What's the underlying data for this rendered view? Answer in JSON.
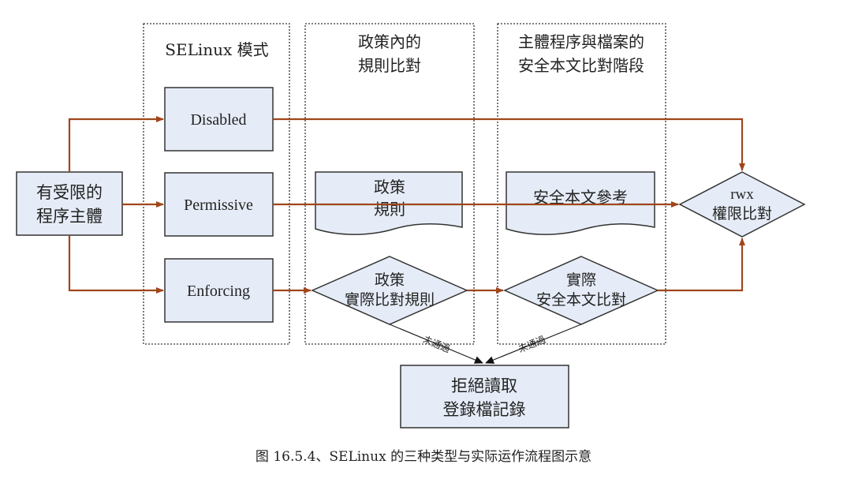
{
  "columns": {
    "mode_title": "SELinux 模式",
    "policy_title": [
      "政策內的",
      "規則比對"
    ],
    "context_title": [
      "主體程序與檔案的",
      "安全本文比對階段"
    ]
  },
  "subject": [
    "有受限的",
    "程序主體"
  ],
  "modes": {
    "disabled": "Disabled",
    "permissive": "Permissive",
    "enforcing": "Enforcing"
  },
  "policy_doc": [
    "政策",
    "規則"
  ],
  "context_doc": "安全本文參考",
  "policy_check": [
    "政策",
    "實際比對規則"
  ],
  "context_check": [
    "實際",
    "安全本文比對"
  ],
  "rwx_check": [
    "rwx",
    "權限比對"
  ],
  "fail_label_1": "未通過",
  "fail_label_2": "未通過",
  "deny": [
    "拒絕讀取",
    "登錄檔記錄"
  ],
  "caption": "图 16.5.4、SELinux 的三种类型与实际运作流程图示意",
  "colors": {
    "box_fill": "#e6ecf7",
    "arrow": "#a0461b",
    "line": "#333333"
  }
}
